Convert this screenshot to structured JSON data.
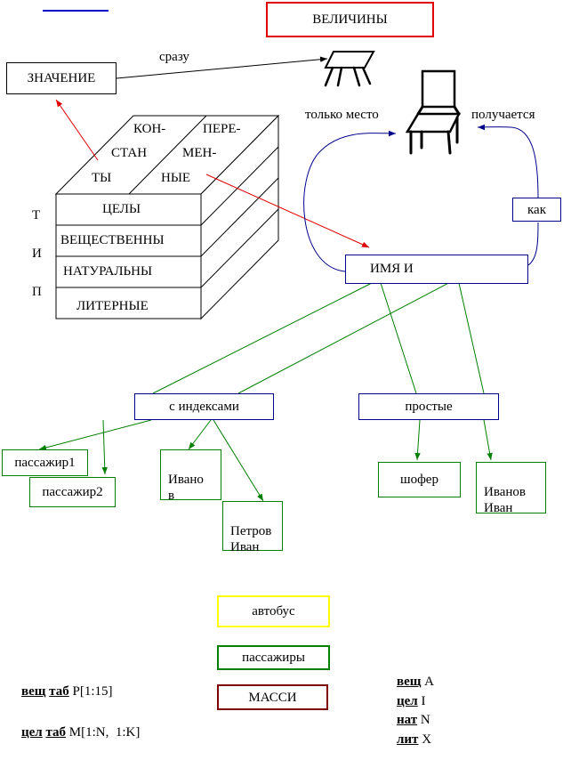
{
  "title": "ВЕЛИЧИНЫ",
  "value_box": "ЗНАЧЕНИЕ",
  "arrow_label_immediately": "сразу",
  "label_only_place": "только место",
  "label_gets": "получается",
  "how_box": "как",
  "name_box": "ИМЯ И",
  "cube": {
    "top_left": [
      "КОН-",
      "СТАН",
      "ТЫ"
    ],
    "top_right": [
      "ПЕРЕ-",
      "МЕН-",
      "НЫЕ"
    ],
    "rows": [
      "ЦЕЛЫ",
      "ВЕЩЕСТВЕННЫ",
      "НАТУРАЛЬНЫ",
      "ЛИТЕРНЫЕ"
    ],
    "type_letters": [
      "Т",
      "И",
      "П"
    ]
  },
  "indexed_box": "с индексами",
  "simple_box": "простые",
  "leaves": {
    "passenger1": "пассажир1",
    "passenger2": "пассажир2",
    "ivanov_split": "Ивано\nв",
    "petrov": "Петров\nИван",
    "driver": "шофер",
    "ivanov": "Иванов\nИван"
  },
  "legend": {
    "bus": "автобус",
    "passengers": "пассажиры",
    "arrays": "МАССИ"
  },
  "declarations": [
    {
      "kw1": "вещ",
      "kw2": "таб",
      "rest": "P[1:15]"
    },
    {
      "kw1": "цел",
      "kw2": "таб",
      "rest": "M[1:N,  1:K]"
    }
  ],
  "type_codes": [
    {
      "kw": "вещ",
      "code": "A"
    },
    {
      "kw": "цел",
      "code": "I"
    },
    {
      "kw": "нат",
      "code": "N"
    },
    {
      "kw": "лит",
      "code": "X"
    }
  ],
  "colors": {
    "red": "#e00000",
    "navy": "#00008b",
    "green": "#008000",
    "yellow": "#ffff00",
    "maroon": "#800000",
    "top_line": "#0000cc"
  }
}
